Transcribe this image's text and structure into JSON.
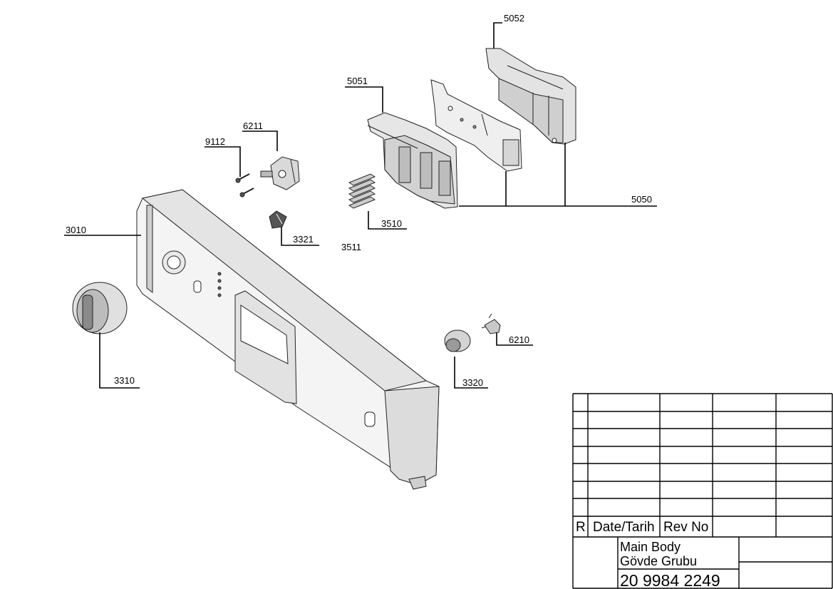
{
  "callouts": {
    "c5052": "5052",
    "c5051": "5051",
    "c6211": "6211",
    "c9112": "9112",
    "c3010": "3010",
    "c3321": "3321",
    "c3510": "3510",
    "c3511": "3511",
    "c5050": "5050",
    "c6210": "6210",
    "c3320": "3320",
    "c3310": "3310"
  },
  "title_block": {
    "rev_label": "R",
    "date_label": "Date/Tarih",
    "revno_label": "Rev No",
    "title_line1": "Main Body",
    "title_line2": "Gövde Grubu",
    "drawing_number": "20 9984 2249"
  }
}
